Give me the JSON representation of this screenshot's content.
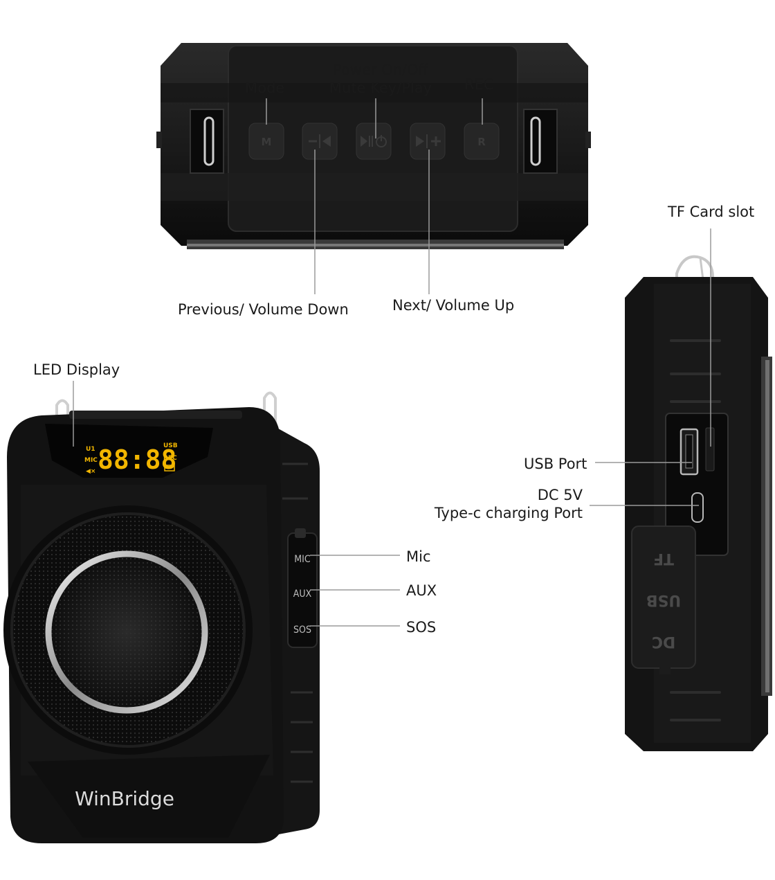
{
  "top_view": {
    "labels": {
      "mode": "Mode",
      "power_line1": "Power On/Off",
      "power_line2": "Mute Key/Play",
      "rec": "REC",
      "previous": "Previous/ Volume Down",
      "next": "Next/ Volume Up"
    },
    "buttons": {
      "mode_key": "M",
      "rec_key": "R"
    }
  },
  "front_view": {
    "labels": {
      "led_display": "LED Display",
      "mic": "Mic",
      "aux": "AUX",
      "sos": "SOS"
    },
    "led": {
      "digits": "88:88",
      "left_top": "U1",
      "left_mid": "MIC",
      "right_top": "USB",
      "right_mid": "REC"
    },
    "switch_labels": {
      "mic": "MIC",
      "aux": "AUX",
      "sos": "SOS"
    },
    "brand": "WinBridge"
  },
  "side_view": {
    "labels": {
      "tf_card": "TF Card slot",
      "usb_port": "USB Port",
      "dc_line1": "DC 5V",
      "dc_line2": "Type-c charging Port"
    },
    "cover_text": {
      "dc": "DC",
      "usb": "USB",
      "tf": "TF"
    }
  },
  "colors": {
    "body": "#111111",
    "panel": "#1c1c1c",
    "led": "#f2b600",
    "lines": "#9a9a9a"
  }
}
